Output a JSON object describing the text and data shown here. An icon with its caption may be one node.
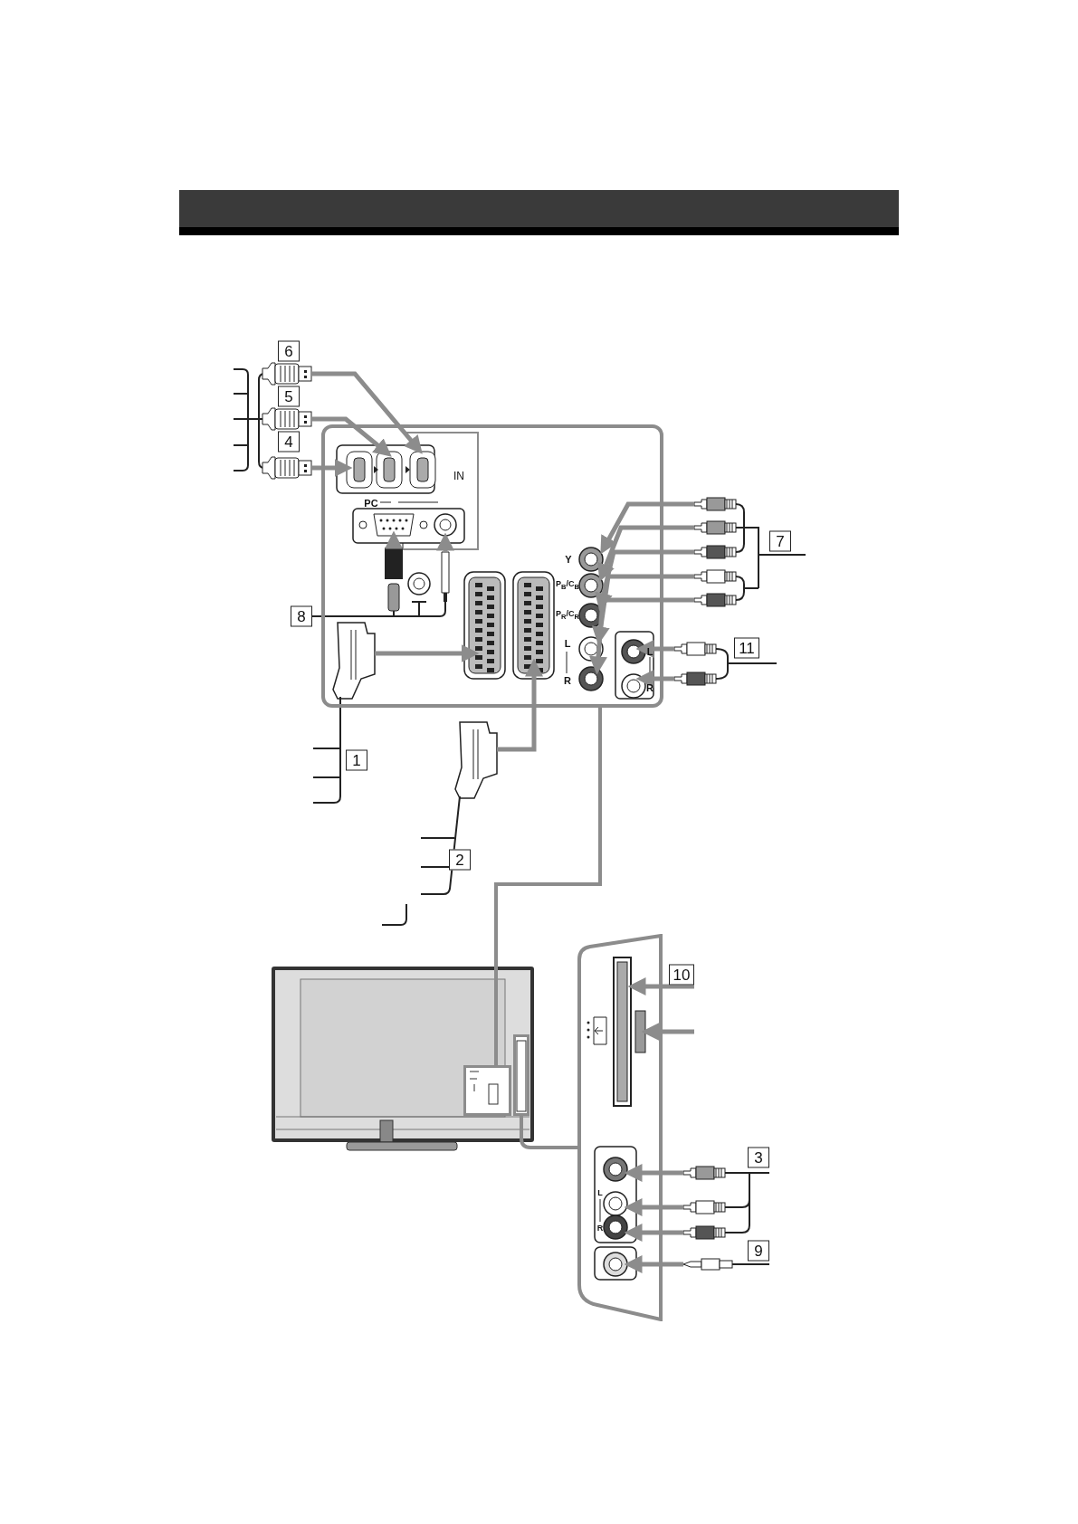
{
  "diagram": {
    "nodes": [
      {
        "text": [],
        "shape": "box"
      },
      {
        "text": [],
        "shape": "box"
      },
      {
        "text": [],
        "shape": "box"
      },
      {
        "text": [],
        "shape": "trapezoid",
        "beside": [
          "10"
        ]
      }
    ],
    "edges": [
      {
        "from": 0,
        "to": 1,
        "arrow": "none"
      },
      {
        "from": 2,
        "to": 3,
        "arrow": "none"
      }
    ],
    "labels": [
      "6",
      "5",
      "4",
      "IN",
      "PC",
      "7",
      "Y",
      "P$_{B}$/C$_{B}$",
      "8",
      "P$_{R}$/C$_{R}$",
      "L",
      "11",
      "L",
      "R",
      "R",
      "1",
      "2",
      "3",
      "L",
      "R",
      "9"
    ]
  }
}
